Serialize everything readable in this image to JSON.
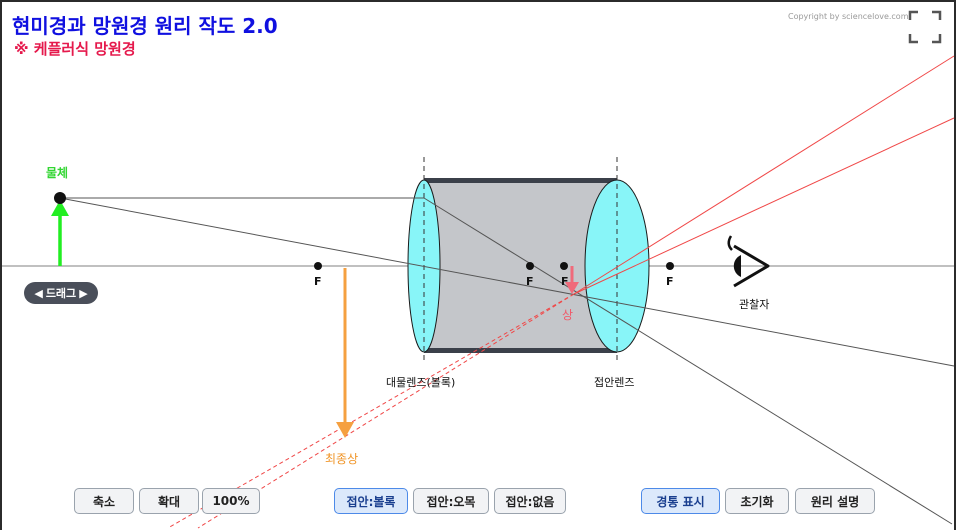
{
  "header": {
    "title": "현미경과 망원경 원리 작도 2.0",
    "subtitle": "※ 케플러식 망원경",
    "copyright": "Copyright by sciencelove.com"
  },
  "labels": {
    "object": "물체",
    "observer": "관찰자",
    "objective_lens": "대물렌즈(볼록)",
    "eyepiece_lens": "접안렌즈",
    "virtual_image": "상",
    "final_image": "최종상",
    "focal_point": "F"
  },
  "drag_handle": {
    "label": "드래그"
  },
  "toolbar": {
    "zoom_group": [
      "축소",
      "확대",
      "100%"
    ],
    "eyepiece_group": [
      "접안:볼록",
      "접안:오목",
      "접안:없음"
    ],
    "action_group": [
      "경통 표시",
      "초기화",
      "원리 설명"
    ]
  },
  "state": {
    "eyepiece_mode": "접안:볼록",
    "tube_shown": true
  },
  "colors": {
    "title": "#1010e0",
    "subtitle": "#e5194c",
    "object_arrow": "#22ee22",
    "lens_fill": "#88f5f8",
    "tube_fill": "#c4c6ca",
    "virtual_image": "#f06a7a",
    "final_image": "#f5a040",
    "ray_red": "#f04848",
    "active_button": "#4d8ae8"
  },
  "icons": [
    "fullscreen-icon",
    "eye-icon",
    "arrow-left-icon",
    "arrow-right-icon"
  ]
}
